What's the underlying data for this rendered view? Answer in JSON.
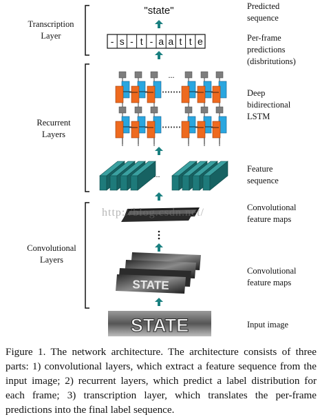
{
  "left_labels": {
    "transcription": [
      "Transcription",
      "Layer"
    ],
    "recurrent": [
      "Recurrent",
      "Layers"
    ],
    "convolutional": [
      "Convolutional",
      "Layers"
    ]
  },
  "right_labels": {
    "predicted": [
      "Predicted",
      "sequence"
    ],
    "per_frame": [
      "Per-frame",
      "predictions",
      "(disbritutions)"
    ],
    "lstm": [
      "Deep",
      "bidirectional",
      "LSTM"
    ],
    "feature_seq": [
      "Feature",
      "sequence"
    ],
    "conv_maps_1": [
      "Convolutional",
      "feature maps"
    ],
    "conv_maps_2": [
      "Convolutional",
      "feature maps"
    ],
    "input": [
      "Input image"
    ]
  },
  "predicted_word": "\"state\"",
  "frame_chars": [
    "-",
    "s",
    "-",
    "t",
    "-",
    "a",
    "a",
    "t",
    "t",
    "e"
  ],
  "input_text": "STATE",
  "map_text": "STATE",
  "ellipsis": "...",
  "watermark": "http://blog.csdn.net/",
  "caption": "Figure 1. The network architecture. The architecture consists of three parts: 1) convolutional layers, which extract a feature sequence from the input image; 2) recurrent layers, which predict a label distribution for each frame; 3) transcription layer, which translates the per-frame predictions into the final label sequence.",
  "colors": {
    "arrow": "#1a8080",
    "lstm_orange": "#ee6a1f",
    "lstm_blue": "#2aa6df",
    "gray_node": "#7d7d7d",
    "feature_teal": "#1e7a7a"
  }
}
